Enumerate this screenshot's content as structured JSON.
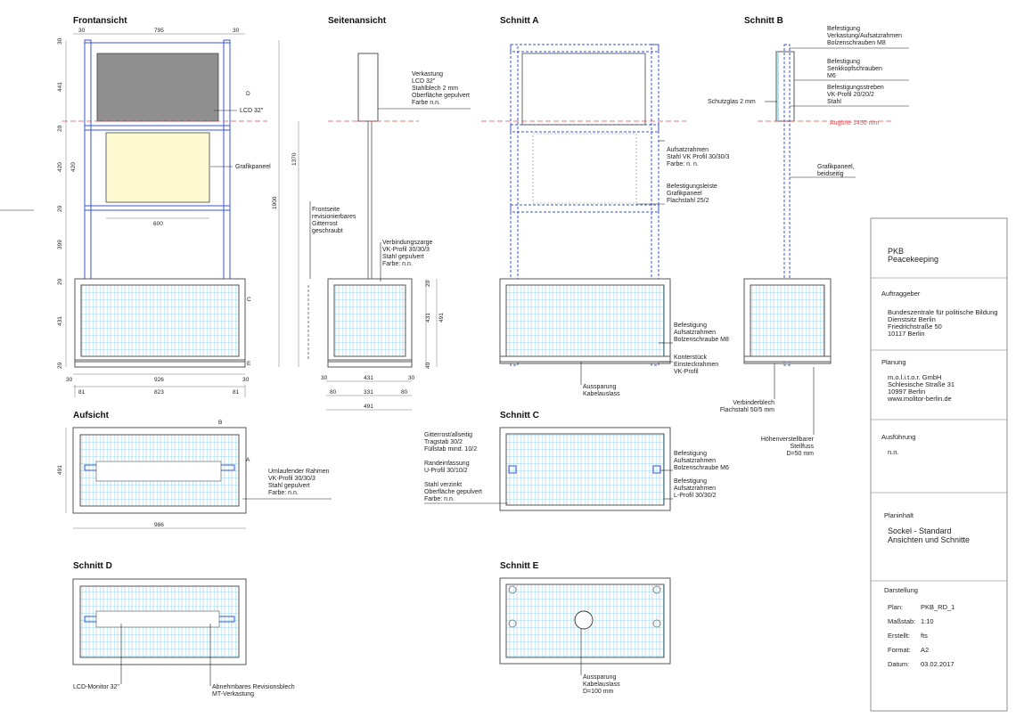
{
  "titles": {
    "front": "Frontansicht",
    "side": "Seitenansicht",
    "schnittA": "Schnitt A",
    "schnittB": "Schnitt B",
    "aufsicht": "Aufsicht",
    "schnittC": "Schnitt C",
    "schnittD": "Schnitt D",
    "schnittE": "Schnitt E"
  },
  "front": {
    "dims": {
      "d30a": "30",
      "d795": "795",
      "d30b": "30",
      "d441": "441",
      "d20a": "20",
      "d420a": "420",
      "d420b": "420",
      "d20b": "20",
      "d399": "399",
      "d20c": "20",
      "d431": "431",
      "d20d": "20",
      "d926": "926",
      "d823": "823",
      "d81a": "81",
      "d81b": "81",
      "d30c": "30",
      "d30d": "30",
      "d600": "600"
    },
    "lcd_label": "LCD 32\"",
    "grafik_label": "Grafikpaneel",
    "mark_d": "D",
    "mark_c": "C",
    "mark_e": "E"
  },
  "side": {
    "dims": {
      "d1900": "1900",
      "d1370": "1370",
      "d431": "431",
      "d491": "491",
      "d30a": "30",
      "d30b": "30",
      "d331": "331",
      "d80a": "80",
      "d80b": "80",
      "d491b": "491",
      "d20": "20",
      "d40": "40"
    },
    "verkastung": [
      "Verkastung",
      "LCD 32\"",
      "Stahlblech 2 mm",
      "Oberfläche gepulvert",
      "Farbe n.n."
    ],
    "frontseite": [
      "Frontseite",
      "revisionierbares",
      "Gitterrost",
      "geschraubt"
    ],
    "zarge": [
      "Verbindungszarge",
      "VK-Profil 30/30/3",
      "Stahl gepulvert",
      "Farbe: n.n."
    ]
  },
  "schnittA": {
    "aufsatz": [
      "Aufsatzrahmen",
      "Stahl VK Profil 30/30/3",
      "Farbe: n. n."
    ],
    "leiste": [
      "Befestigungsleiste",
      "Grafikpaneel",
      "Flachstahl 25/2"
    ],
    "befestigung": [
      "Befestigung",
      "Aufsatzrahmen",
      "Bolzenschraube M8"
    ],
    "konter": [
      "Konterstück",
      "Einsteckrahmen",
      "VK-Profil"
    ],
    "aussparung": [
      "Aussparung",
      "Kabelauslass"
    ]
  },
  "schnittB": {
    "bef1": [
      "Befestigung",
      "Verkastung/Aufsatzrahmen",
      "Bolzenschrauben M8"
    ],
    "bef2": [
      "Befestigung",
      "Senkkopfschrauben",
      "M6"
    ],
    "bef3": [
      "Befestigungsstreben",
      "VK-Profil 20/20/2",
      "Stahl"
    ],
    "schutzglas": "Schutzglas 2 mm",
    "augenhoehe": "Augöhe 1450 mm",
    "grafik": [
      "Grafikpaneel,",
      "beidseitig"
    ],
    "verbinder": [
      "Verbinderblech",
      "Flachstahl 50/5 mm"
    ],
    "fuss": [
      "Höhenverstellbarer",
      "Stellfuss",
      "D=50 mm"
    ]
  },
  "aufsicht": {
    "mark_b": "B",
    "mark_a": "A",
    "d491": "491",
    "d986": "986",
    "rahmen": [
      "Umlaufender Rahmen",
      "VK-Profil 30/30/3",
      "Stahl gepulvert",
      "Farbe: n.n."
    ]
  },
  "schnittC": {
    "gitter": [
      "Gitterrost/allseitig",
      "Tragstab 30/2",
      "Füllstab mind. 10/2"
    ],
    "rand": [
      "Randeinfassung",
      "U-Profil 30/10/2"
    ],
    "stahl": [
      "Stahl verzinkt",
      "Oberfläche gepulvert",
      "Farbe: n.n."
    ],
    "bef1": [
      "Befestigung",
      "Aufsatzrahmen",
      "Bolzenschraube M6"
    ],
    "bef2": [
      "Befestigung",
      "Aufsatzrahmen",
      "L-Profil 30/30/2"
    ]
  },
  "schnittD": {
    "lcd": "LCD-Monitor 32\"",
    "blech": [
      "Abnehmbares Revisionsblech",
      "MT-Verkastung"
    ]
  },
  "schnittE": {
    "aussparung": [
      "Aussparung",
      "Kabelauslass",
      "D=100 mm"
    ]
  },
  "titleblock": {
    "project": [
      "PKB",
      "Peacekeeping"
    ],
    "client_label": "Auftraggeber",
    "client": [
      "Bundeszentrale für politische Bildung",
      "Dienstsitz Berlin",
      "Friedrichstraße 50",
      "10117 Berlin"
    ],
    "planning_label": "Planung",
    "planning": [
      "m.o.l.i.t.o.r. GmbH",
      "Schlesische Straße 31",
      "10997  Berlin",
      "www.molitor-berlin.de"
    ],
    "execution_label": "Ausführung",
    "execution": "n.n.",
    "content_label": "Planinhalt",
    "content": [
      "Sockel - Standard",
      "Ansichten und Schnitte"
    ],
    "display_label": "Darstellung",
    "rows": [
      {
        "k": "Plan:",
        "v": "PKB_RD_1"
      },
      {
        "k": "Maßstab:",
        "v": "1:10"
      },
      {
        "k": "Erstellt:",
        "v": "fts"
      },
      {
        "k": "Format:",
        "v": "A2"
      },
      {
        "k": "Datum:",
        "v": "03.02.2017"
      }
    ]
  },
  "colors": {
    "steel_blue": "#3b55d4",
    "grid_cyan": "#7fd0e8",
    "lcd_grey": "#8f8f8f",
    "panel_yellow": "#fefbd2",
    "eye_red": "#e05050"
  }
}
